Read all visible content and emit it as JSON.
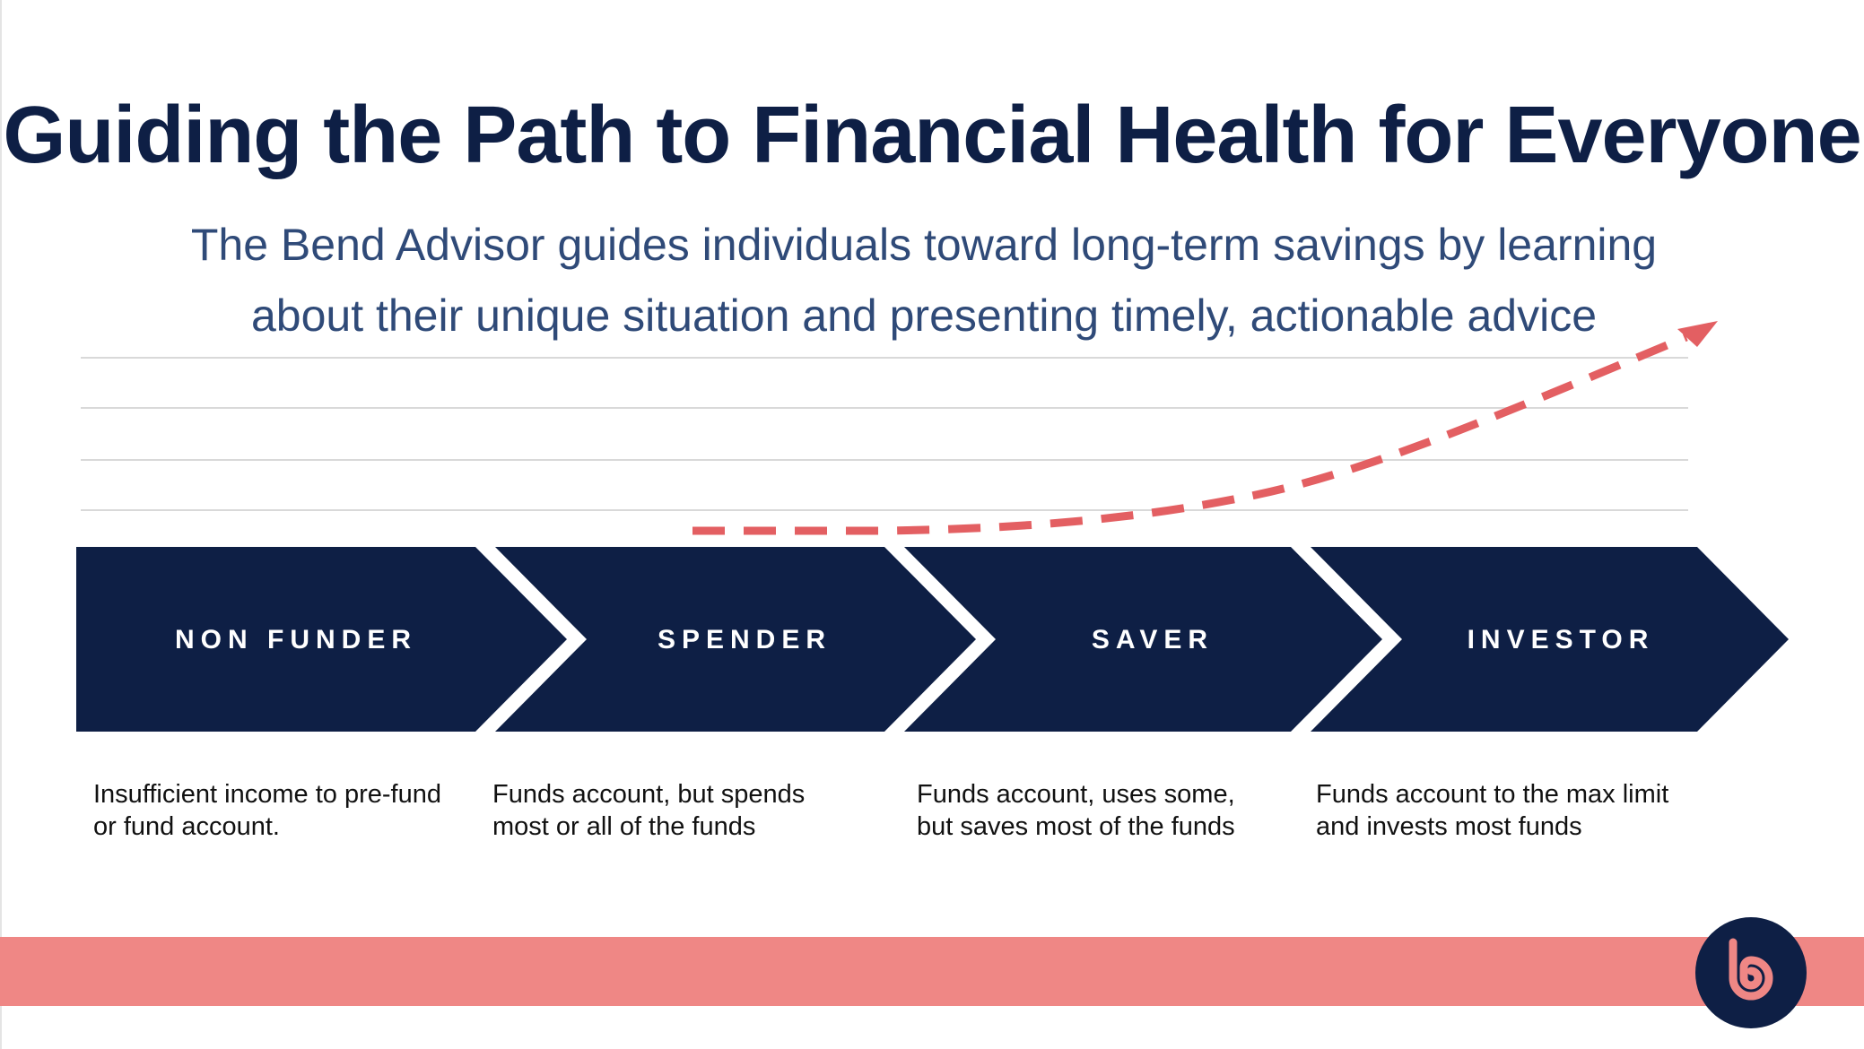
{
  "title": "Guiding the Path to Financial Health for Everyone",
  "subtitle": {
    "line1": "The Bend Advisor guides individuals toward long-term savings by learning",
    "line2": "about their unique situation and presenting timely, actionable advice"
  },
  "stages": [
    {
      "label": "NON FUNDER",
      "description": [
        "Insufficient income to pre-fund",
        "or fund account."
      ]
    },
    {
      "label": "SPENDER",
      "description": [
        "Funds account, but spends",
        "most or all of the funds"
      ]
    },
    {
      "label": "SAVER",
      "description": [
        "Funds account, uses some,",
        "but saves most of the funds"
      ]
    },
    {
      "label": "INVESTOR",
      "description": [
        "Funds account to the max limit",
        "and invests most funds"
      ]
    }
  ],
  "icons": {
    "trend_arrow": "dashed-arrow-icon",
    "logo": "bend-logo-icon"
  },
  "colors": {
    "navy": "#0e1f45",
    "subtitle_blue": "#2f4a78",
    "arrow_red": "#e35f62",
    "footer_coral": "#ef8785",
    "grid_line": "#d9d9d9"
  }
}
